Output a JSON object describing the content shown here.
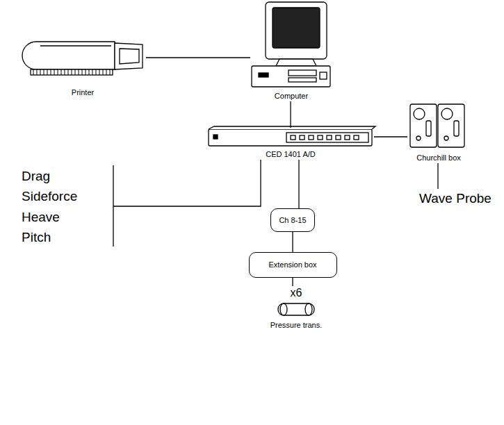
{
  "diagram": {
    "nodes": [
      {
        "text": [
          "Computer"
        ]
      },
      {
        "text": [
          "Printer"
        ]
      },
      {
        "text": [
          "Churchill box"
        ]
      },
      {
        "text": [
          "CED 1401 A/D"
        ]
      },
      {
        "text": [
          "Drag",
          "Sideforce",
          "Heave",
          "Pitch"
        ]
      },
      {
        "text": [
          "Wave Probe"
        ]
      },
      {
        "text": [
          "Ch 8-15"
        ]
      },
      {
        "text": [
          "Extension box"
        ]
      },
      {
        "text": [
          "x6",
          "Pressure trans."
        ]
      }
    ],
    "edges": [
      {
        "from": 1,
        "to": 0,
        "arrow": "none"
      },
      {
        "from": 0,
        "to": 3,
        "arrow": "none"
      },
      {
        "from": 3,
        "to": 2,
        "arrow": "none"
      },
      {
        "from": 2,
        "to": 5,
        "arrow": "none"
      },
      {
        "from": 4,
        "to": 3,
        "arrow": "none"
      },
      {
        "from": 3,
        "to": 6,
        "arrow": "none"
      },
      {
        "from": 6,
        "to": 7,
        "arrow": "none"
      },
      {
        "from": 7,
        "to": 8,
        "arrow": "none"
      }
    ]
  }
}
